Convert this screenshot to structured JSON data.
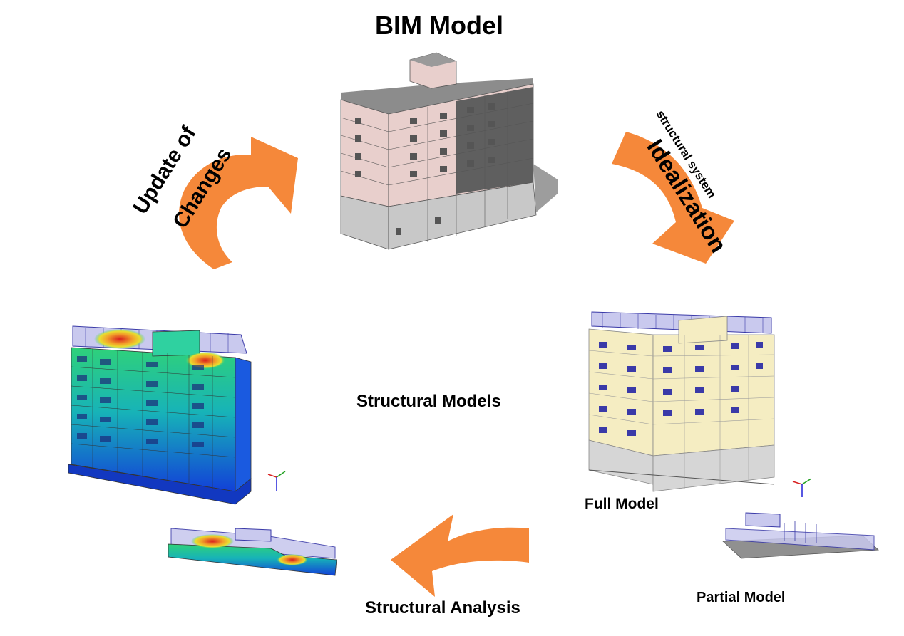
{
  "diagram": {
    "title": "BIM Model",
    "idealization": "Idealization",
    "idealization_sub": "structural system",
    "update_line1": "Update of",
    "update_line2": "Changes",
    "structural_models": "Structural Models",
    "full_model": "Full Model",
    "partial_model": "Partial Model",
    "structural_analysis": "Structural Analysis"
  },
  "colors": {
    "arrow": "#f5883a",
    "building_facade": "#e8cfcc",
    "building_base": "#c8c8c8",
    "full_model_wall": "#f5edc2",
    "load_line": "#3a3aa8",
    "heat_low": "#1240d8",
    "heat_mid": "#2fd17a",
    "heat_high": "#d81e1e"
  },
  "icons": [
    "orange-cycle-arrow",
    "bim-building-model",
    "full-structural-model",
    "partial-structural-model",
    "analysis-result-model",
    "coordinate-axes-icon"
  ]
}
